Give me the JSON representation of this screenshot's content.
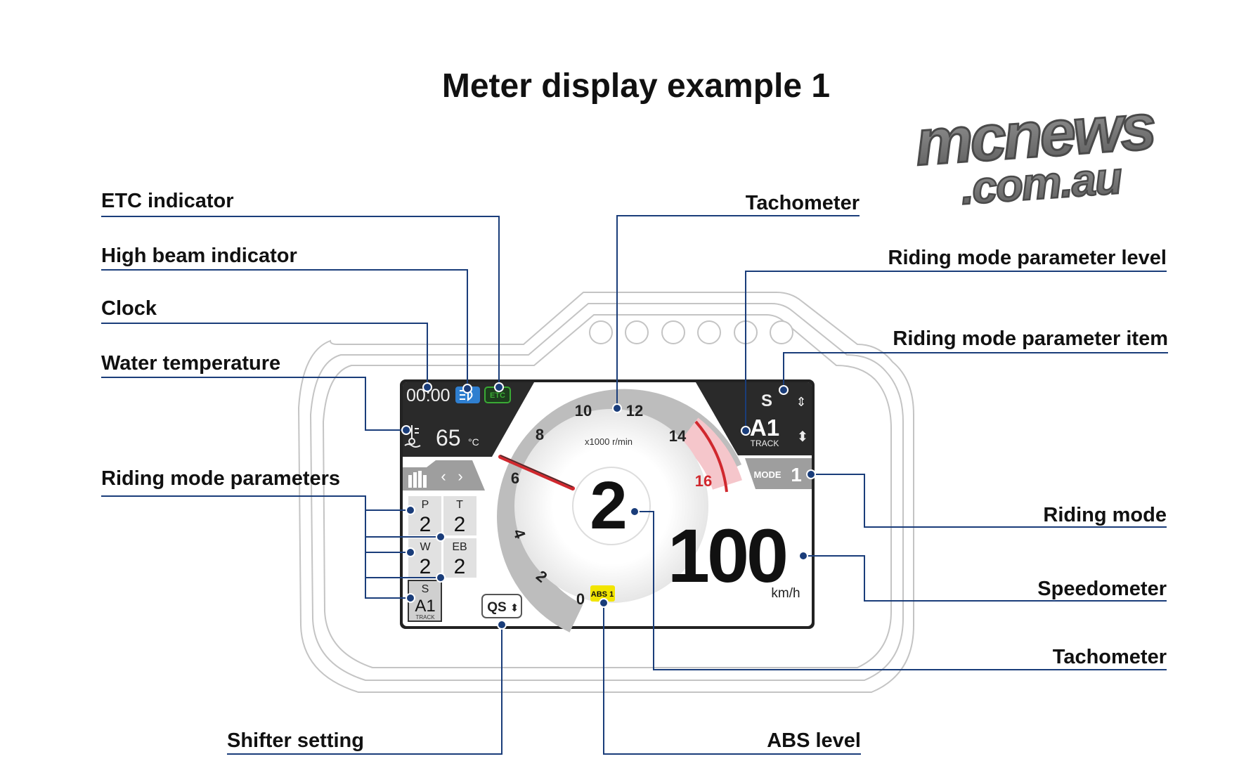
{
  "title": "Meter display example 1",
  "watermark": "mcnews.com.au",
  "labels": {
    "etc_indicator": "ETC indicator",
    "high_beam_indicator": "High beam indicator",
    "clock": "Clock",
    "water_temperature": "Water temperature",
    "riding_mode_parameters": "Riding mode parameters",
    "shifter_setting": "Shifter setting",
    "tachometer_top": "Tachometer",
    "riding_mode_parameter_level": "Riding mode parameter level",
    "riding_mode_parameter_item": "Riding mode parameter item",
    "riding_mode": "Riding mode",
    "speedometer": "Speedometer",
    "tachometer_bottom": "Tachometer",
    "abs_level": "ABS level"
  },
  "display": {
    "clock": "00:00",
    "etc_badge": "ETC",
    "water_temp_value": "65",
    "water_temp_unit": "°C",
    "rpm_unit": "x1000 r/min",
    "rpm_ticks": [
      "0",
      "2",
      "4",
      "6",
      "8",
      "10",
      "12",
      "14",
      "16"
    ],
    "rpm_redline": "16",
    "gear": "2",
    "speed": "100",
    "speed_unit": "km/h",
    "mode_label": "MODE",
    "mode_value": "1",
    "param_item": "S",
    "param_level": "A1",
    "param_level_sub": "TRACK",
    "abs_badge": "ABS 1",
    "shifter": "QS",
    "params": [
      {
        "name": "P",
        "value": "2"
      },
      {
        "name": "T",
        "value": "2"
      },
      {
        "name": "W",
        "value": "2"
      },
      {
        "name": "EB",
        "value": "2"
      }
    ],
    "s_param": {
      "name": "S",
      "value": "A1",
      "sub": "TRACK"
    }
  },
  "colors": {
    "leader_line": "#1a3d7a",
    "screen_bg": "#ffffff",
    "screen_dark": "#222222",
    "redline": "#d0282e",
    "high_beam": "#2f7fd0",
    "etc": "#3aaa35",
    "abs": "#f2e500"
  }
}
